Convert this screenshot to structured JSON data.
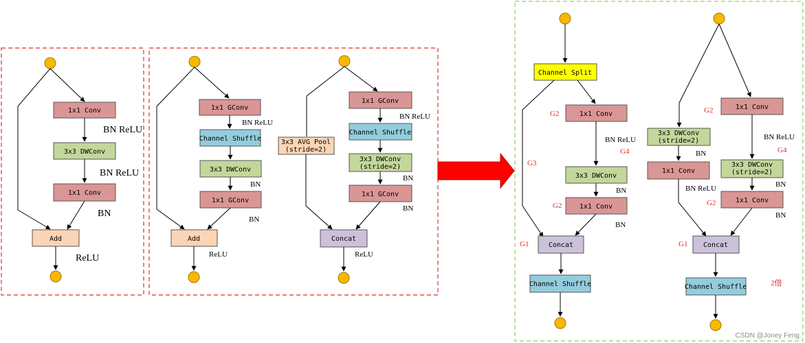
{
  "colors": {
    "conv": "#d99694",
    "dwconv": "#c4d79b",
    "shuffle": "#93cddd",
    "add": "#fbd5b5",
    "concat": "#ccc1da",
    "split": "#ffff00",
    "node": "#f9b800",
    "red_border": "#e32b2b",
    "green_border": "#92d050",
    "arrow": "#ff0000",
    "g_label": "#e32b2b"
  },
  "panel1": {
    "conv1": "1x1 Conv",
    "bn_relu1": "BN  ReLU",
    "dwconv": "3x3 DWConv",
    "bn_relu2": "BN  ReLU",
    "conv2": "1x1 Conv",
    "bn": "BN",
    "add": "Add",
    "relu": "ReLU"
  },
  "panel2": {
    "left": {
      "gconv1": "1x1 GConv",
      "bn_relu": "BN  ReLU",
      "shuffle": "Channel Shuffle",
      "dwconv": "3x3 DWConv",
      "bn1": "BN",
      "gconv2": "1x1 GConv",
      "bn2": "BN",
      "add": "Add",
      "relu": "ReLU"
    },
    "right": {
      "avgpool_line1": "3x3 AVG Pool",
      "avgpool_line2": "(stride=2)",
      "gconv1": "1x1 GConv",
      "bn_relu": "BN  ReLU",
      "shuffle": "Channel Shuffle",
      "dwconv_line1": "3x3 DWConv",
      "dwconv_line2": "(stride=2)",
      "bn1": "BN",
      "gconv2": "1x1 GConv",
      "bn2": "BN",
      "concat": "Concat",
      "relu": "ReLU"
    }
  },
  "panel3": {
    "left": {
      "split": "Channel Split",
      "g2a": "G2",
      "conv1": "1x1 Conv",
      "bn_relu": "BN  ReLU",
      "g4": "G4",
      "g3": "G3",
      "dwconv": "3x3 DWConv",
      "bn1": "BN",
      "g2b": "G2",
      "conv2": "1x1 Conv",
      "bn2": "BN",
      "g1": "G1",
      "concat": "Concat",
      "shuffle": "Channel Shuffle"
    },
    "right": {
      "g2a": "G2",
      "conv1": "1x1 Conv",
      "bn_relu1": "BN  ReLU",
      "g4": "G4",
      "dwconv_left_line1": "3x3 DWConv",
      "dwconv_left_line2": "(stride=2)",
      "bn_left": "BN",
      "conv_left": "1x1 Conv",
      "bn_relu_left": "BN  ReLU",
      "dwconv_line1": "3x3 DWConv",
      "dwconv_line2": "(stride=2)",
      "bn1": "BN",
      "g2b": "G2",
      "conv2": "1x1 Conv",
      "bn2": "BN",
      "g1": "G1",
      "concat": "Concat",
      "shuffle": "Channel Shuffle",
      "note": "2倍"
    }
  },
  "watermark": "CSDN @Joney Feng"
}
